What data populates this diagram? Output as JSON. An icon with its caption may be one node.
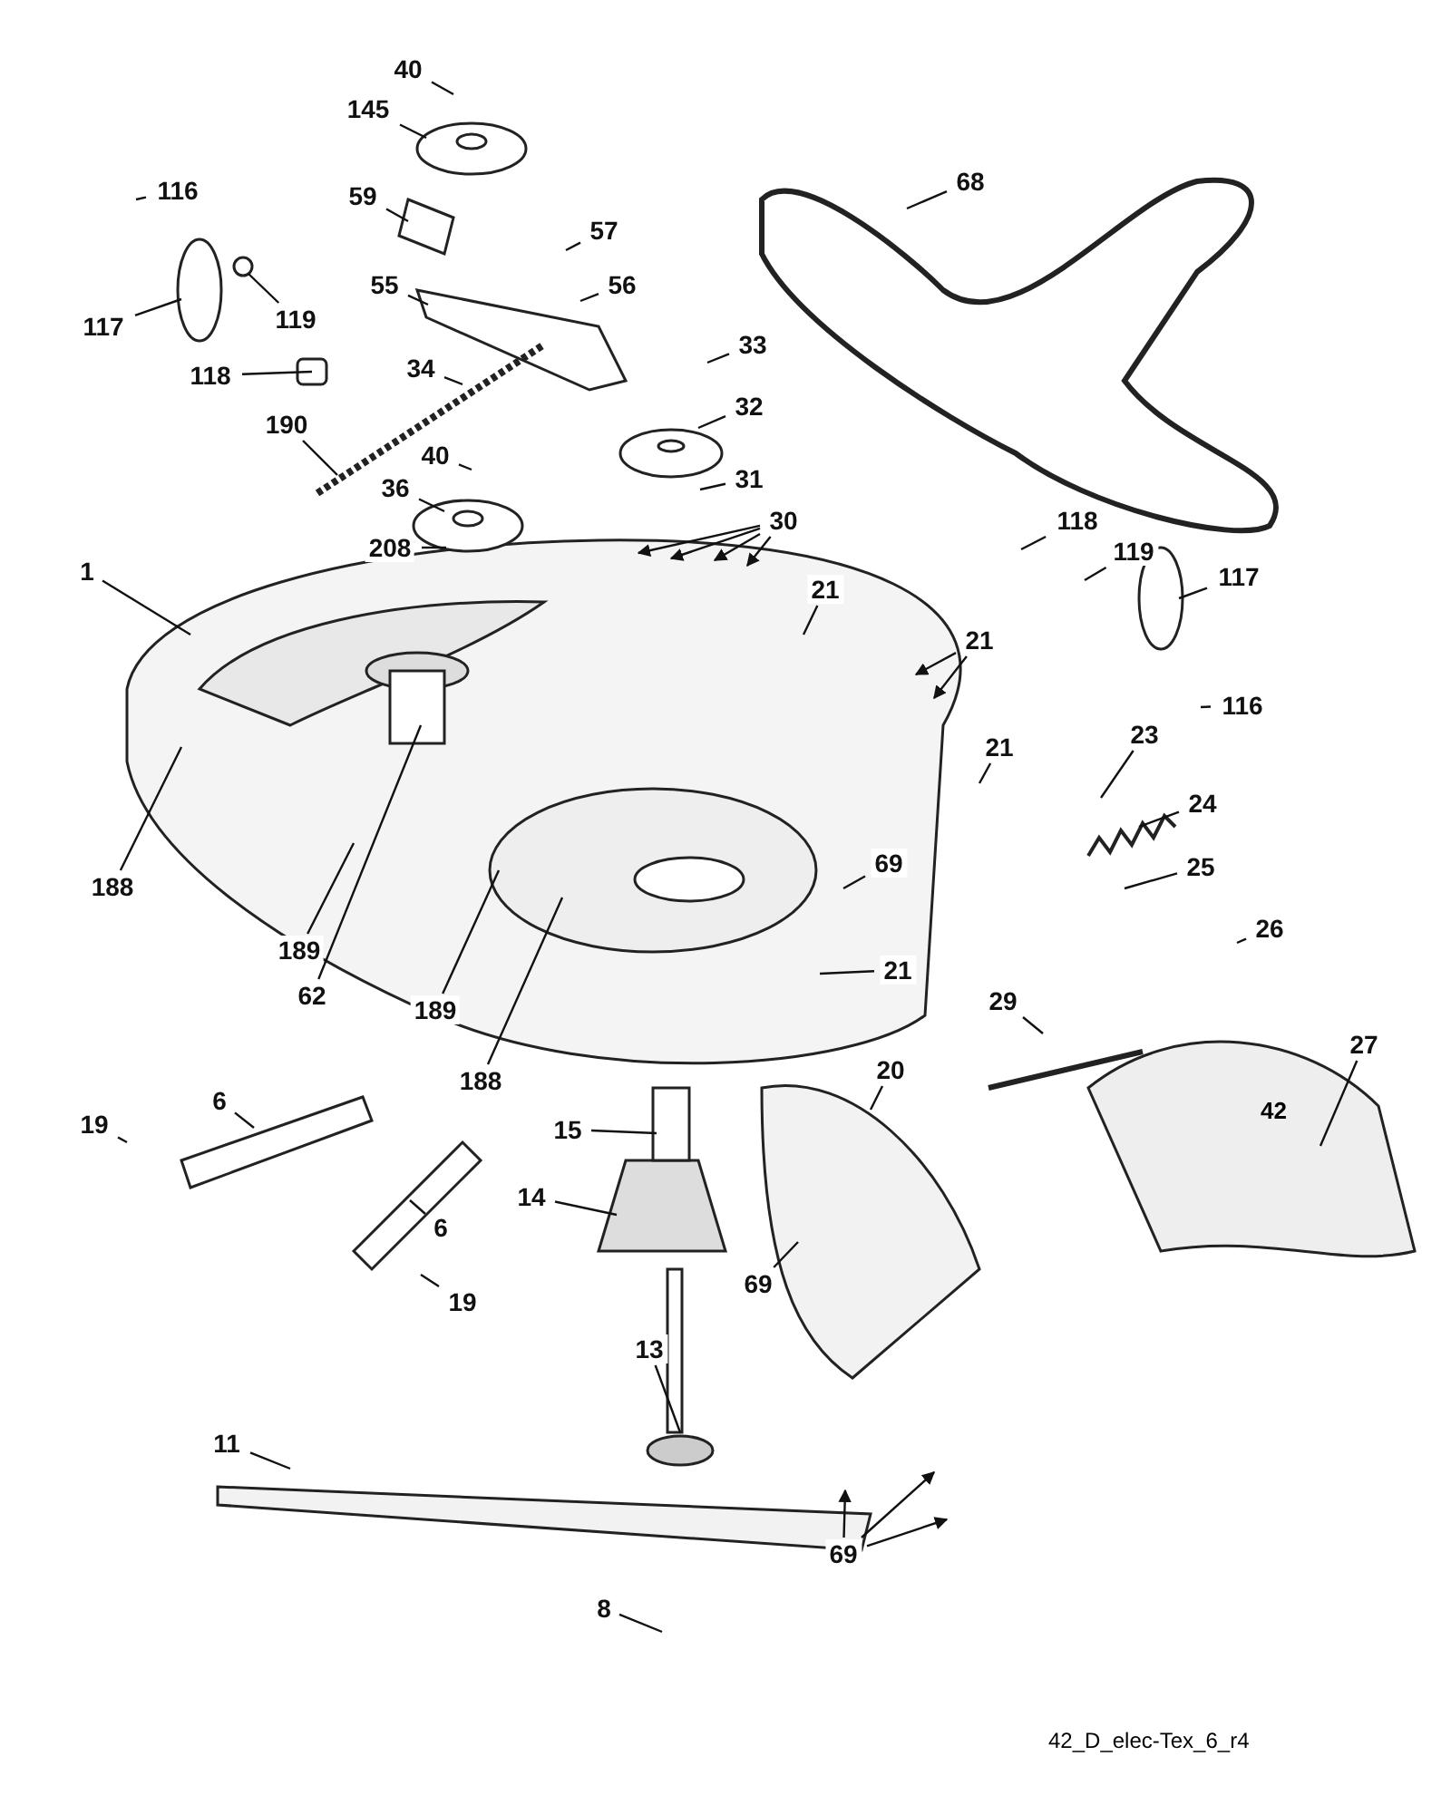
{
  "diagram": {
    "nodes": [
      {
        "text": [
          "40"
        ]
      },
      {
        "text": [
          "145"
        ]
      },
      {
        "text": [
          "68"
        ]
      },
      {
        "text": [
          "116"
        ]
      },
      {
        "text": [
          "59"
        ]
      },
      {
        "text": [
          "57"
        ]
      },
      {
        "text": [
          "56"
        ]
      },
      {
        "text": [
          "117"
        ]
      },
      {
        "text": [
          "119"
        ]
      },
      {
        "text": [
          "118"
        ]
      },
      {
        "text": [
          "55"
        ]
      },
      {
        "text": [
          "33"
        ]
      },
      {
        "text": [
          "34"
        ]
      },
      {
        "text": [
          "32"
        ]
      },
      {
        "text": [
          "190"
        ]
      },
      {
        "text": [
          "40"
        ]
      },
      {
        "text": [
          "31"
        ]
      },
      {
        "text": [
          "36"
        ]
      },
      {
        "text": [
          "30"
        ]
      },
      {
        "text": [
          "208"
        ]
      },
      {
        "text": [
          "118"
        ]
      },
      {
        "text": [
          "119"
        ]
      },
      {
        "text": [
          "117"
        ]
      },
      {
        "text": [
          "116"
        ]
      },
      {
        "text": [
          "1"
        ]
      },
      {
        "text": [
          "21"
        ]
      },
      {
        "text": [
          "21"
        ]
      },
      {
        "text": [
          "21"
        ]
      },
      {
        "text": [
          "23"
        ]
      },
      {
        "text": [
          "24"
        ]
      },
      {
        "text": [
          "25"
        ]
      },
      {
        "text": [
          "188"
        ]
      },
      {
        "text": [
          "69"
        ]
      },
      {
        "text": [
          "189"
        ]
      },
      {
        "text": [
          "62"
        ]
      },
      {
        "text": [
          "189"
        ]
      },
      {
        "text": [
          "26"
        ]
      },
      {
        "text": [
          "21"
        ]
      },
      {
        "text": [
          "188"
        ]
      },
      {
        "text": [
          "29"
        ]
      },
      {
        "text": [
          "27"
        ]
      },
      {
        "text": [
          "20"
        ]
      },
      {
        "text": [
          "6"
        ]
      },
      {
        "text": [
          "19"
        ]
      },
      {
        "text": [
          "15"
        ]
      },
      {
        "text": [
          "14"
        ]
      },
      {
        "text": [
          "6"
        ]
      },
      {
        "text": [
          "69"
        ]
      },
      {
        "text": [
          "19"
        ]
      },
      {
        "text": [
          "13"
        ]
      },
      {
        "text": [
          "11"
        ]
      },
      {
        "text": [
          "69"
        ]
      },
      {
        "text": [
          "8"
        ]
      }
    ],
    "edges": [
      {
        "from": 0,
        "to": null,
        "arrow": "none"
      },
      {
        "from": 1,
        "to": null,
        "arrow": "none"
      },
      {
        "from": 2,
        "to": null,
        "arrow": "none"
      },
      {
        "from": 3,
        "to": null,
        "arrow": "none"
      },
      {
        "from": 4,
        "to": null,
        "arrow": "none"
      },
      {
        "from": 5,
        "to": null,
        "arrow": "none"
      },
      {
        "from": 6,
        "to": null,
        "arrow": "none"
      },
      {
        "from": 7,
        "to": null,
        "arrow": "none"
      },
      {
        "from": 8,
        "to": null,
        "arrow": "none"
      },
      {
        "from": 9,
        "to": null,
        "arrow": "none"
      },
      {
        "from": 10,
        "to": null,
        "arrow": "none"
      },
      {
        "from": 11,
        "to": null,
        "arrow": "none"
      },
      {
        "from": 12,
        "to": null,
        "arrow": "none"
      },
      {
        "from": 13,
        "to": null,
        "arrow": "none"
      },
      {
        "from": 14,
        "to": null,
        "arrow": "none"
      },
      {
        "from": 15,
        "to": null,
        "arrow": "none"
      },
      {
        "from": 16,
        "to": null,
        "arrow": "none"
      },
      {
        "from": 17,
        "to": null,
        "arrow": "none"
      },
      {
        "from": 18,
        "to": null,
        "arrow": "to"
      },
      {
        "from": 18,
        "to": null,
        "arrow": "to"
      },
      {
        "from": 18,
        "to": null,
        "arrow": "to"
      },
      {
        "from": 18,
        "to": null,
        "arrow": "to"
      },
      {
        "from": 19,
        "to": null,
        "arrow": "none"
      },
      {
        "from": 20,
        "to": null,
        "arrow": "none"
      },
      {
        "from": 21,
        "to": null,
        "arrow": "none"
      },
      {
        "from": 22,
        "to": null,
        "arrow": "none"
      },
      {
        "from": 23,
        "to": null,
        "arrow": "none"
      },
      {
        "from": 24,
        "to": null,
        "arrow": "none"
      },
      {
        "from": 25,
        "to": null,
        "arrow": "none"
      },
      {
        "from": 26,
        "to": null,
        "arrow": "to"
      },
      {
        "from": 26,
        "to": null,
        "arrow": "to"
      },
      {
        "from": 27,
        "to": null,
        "arrow": "none"
      },
      {
        "from": 28,
        "to": null,
        "arrow": "none"
      },
      {
        "from": 29,
        "to": null,
        "arrow": "none"
      },
      {
        "from": 30,
        "to": null,
        "arrow": "none"
      },
      {
        "from": 31,
        "to": null,
        "arrow": "none"
      },
      {
        "from": 32,
        "to": null,
        "arrow": "none"
      },
      {
        "from": 33,
        "to": null,
        "arrow": "none"
      },
      {
        "from": 34,
        "to": null,
        "arrow": "none"
      },
      {
        "from": 35,
        "to": null,
        "arrow": "none"
      },
      {
        "from": 36,
        "to": null,
        "arrow": "none"
      },
      {
        "from": 37,
        "to": null,
        "arrow": "none"
      },
      {
        "from": 38,
        "to": null,
        "arrow": "none"
      },
      {
        "from": 39,
        "to": null,
        "arrow": "none"
      },
      {
        "from": 40,
        "to": null,
        "arrow": "none"
      },
      {
        "from": 41,
        "to": null,
        "arrow": "none"
      },
      {
        "from": 42,
        "to": null,
        "arrow": "none"
      },
      {
        "from": 43,
        "to": null,
        "arrow": "none"
      },
      {
        "from": 44,
        "to": null,
        "arrow": "none"
      },
      {
        "from": 45,
        "to": null,
        "arrow": "none"
      },
      {
        "from": 46,
        "to": null,
        "arrow": "none"
      },
      {
        "from": 47,
        "to": null,
        "arrow": "none"
      },
      {
        "from": 48,
        "to": null,
        "arrow": "none"
      },
      {
        "from": 49,
        "to": null,
        "arrow": "none"
      },
      {
        "from": 50,
        "to": null,
        "arrow": "none"
      },
      {
        "from": 51,
        "to": null,
        "arrow": "to"
      },
      {
        "from": 51,
        "to": null,
        "arrow": "to"
      },
      {
        "from": 51,
        "to": null,
        "arrow": "to"
      },
      {
        "from": 52,
        "to": null,
        "arrow": "none"
      }
    ],
    "labels": [
      "42",
      "42_D_elec-Tex_6_r4"
    ]
  }
}
